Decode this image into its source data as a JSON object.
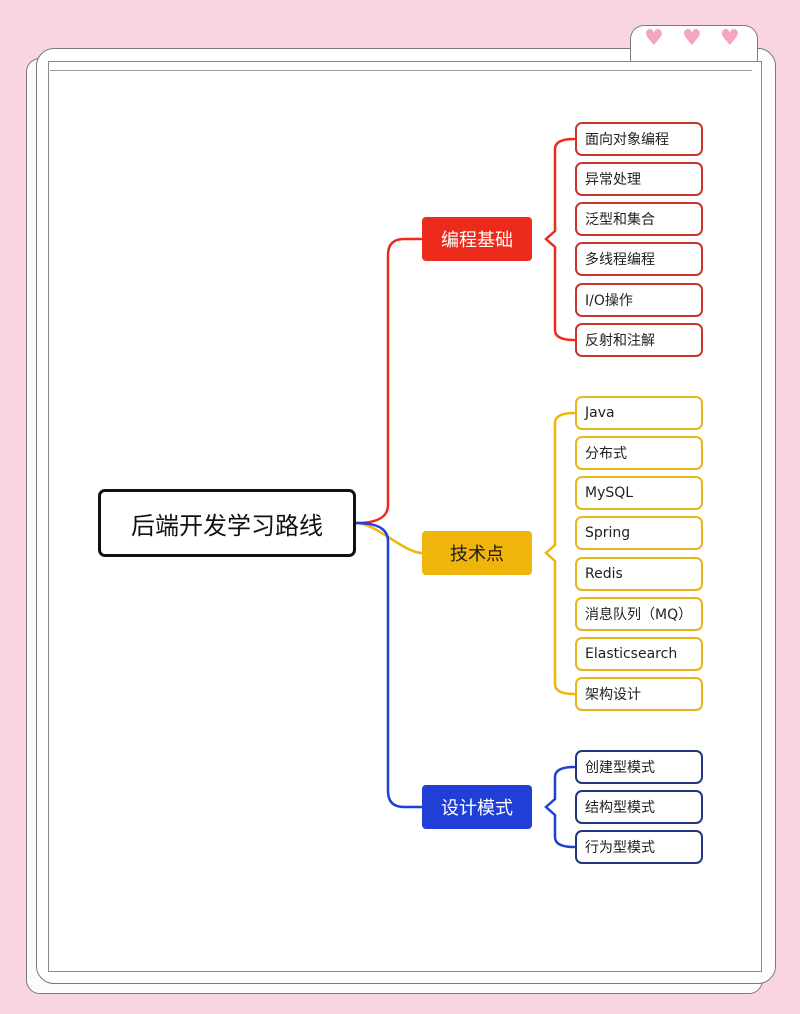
{
  "root": {
    "label": "后端开发学习路线"
  },
  "branches": [
    {
      "label": "编程基础",
      "color": "#ec2b1c",
      "children": [
        "面向对象编程",
        "异常处理",
        "泛型和集合",
        "多线程编程",
        "I/O操作",
        "反射和注解"
      ]
    },
    {
      "label": "技术点",
      "color": "#f0b50a",
      "children": [
        "Java",
        "分布式",
        "MySQL",
        "Spring",
        "Redis",
        "消息队列（MQ）",
        "Elasticsearch",
        "架构设计"
      ]
    },
    {
      "label": "设计模式",
      "color": "#1f3fd6",
      "children": [
        "创建型模式",
        "结构型模式",
        "行为型模式"
      ]
    }
  ],
  "decor": {
    "heart_icon": "heart-icon",
    "heart_color": "#f3a6c4"
  }
}
